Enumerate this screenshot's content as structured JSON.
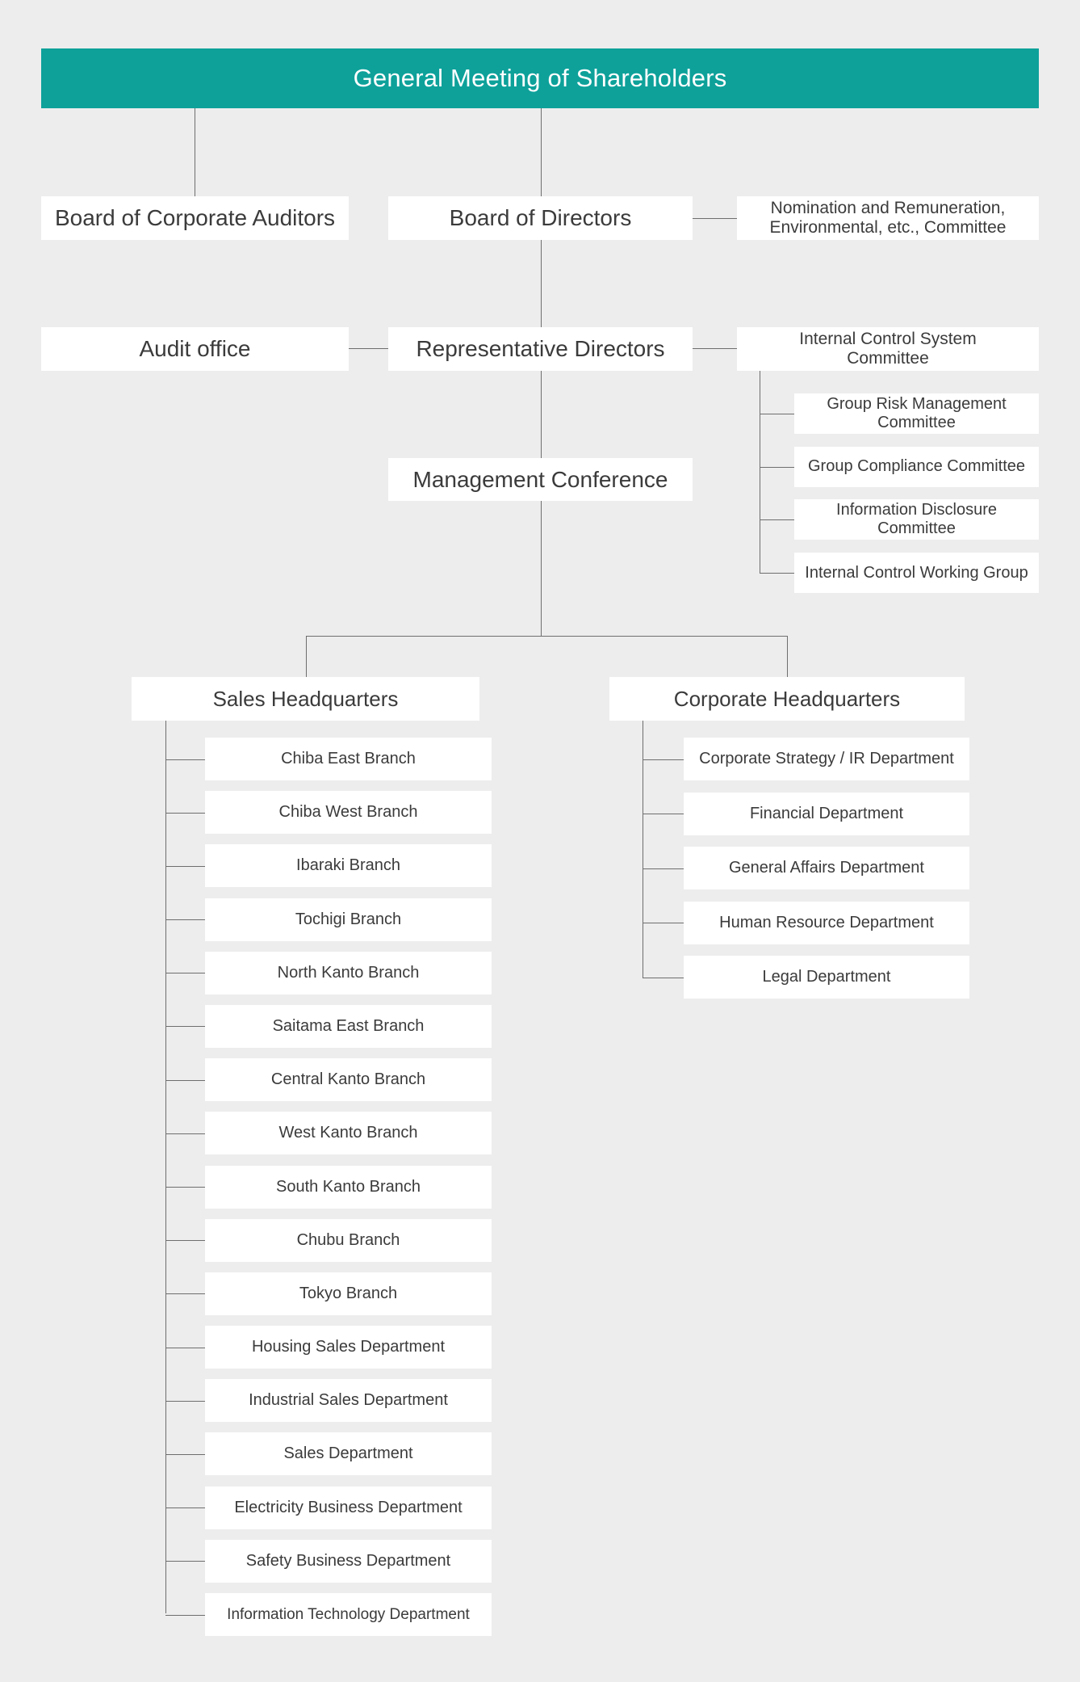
{
  "org_chart": {
    "banner": "General Meeting of Shareholders",
    "row1": {
      "left": "Board of Corporate Auditors",
      "center": "Board of Directors",
      "right": "Nomination and Remuneration,\nEnvironmental, etc., Committee"
    },
    "row2": {
      "left": "Audit office",
      "center": "Representative Directors",
      "right": "Internal Control System\nCommittee"
    },
    "management_conference": "Management Conference",
    "subcommittees": [
      "Group Risk Management\nCommittee",
      "Group Compliance Committee",
      "Information Disclosure\nCommittee",
      "Internal Control Working Group"
    ],
    "sales": {
      "label": "Sales Headquarters",
      "children": [
        "Chiba East Branch",
        "Chiba West Branch",
        "Ibaraki Branch",
        "Tochigi Branch",
        "North Kanto Branch",
        "Saitama East Branch",
        "Central Kanto Branch",
        "West Kanto Branch",
        "South Kanto Branch",
        "Chubu Branch",
        "Tokyo Branch",
        "Housing Sales Department",
        "Industrial Sales Department",
        "Sales Department",
        "Electricity Business Department",
        "Safety Business Department",
        "Information Technology Department"
      ]
    },
    "corporate": {
      "label": "Corporate Headquarters",
      "children": [
        "Corporate Strategy / IR Department",
        "Financial Department",
        "General Affairs Department",
        "Human Resource Department",
        "Legal Department"
      ]
    },
    "colors": {
      "banner": "#0DA19A",
      "background": "#EDEDED",
      "box": "#FFFFFF",
      "line": "#6E6E6E",
      "text": "#3B3B3B"
    }
  }
}
